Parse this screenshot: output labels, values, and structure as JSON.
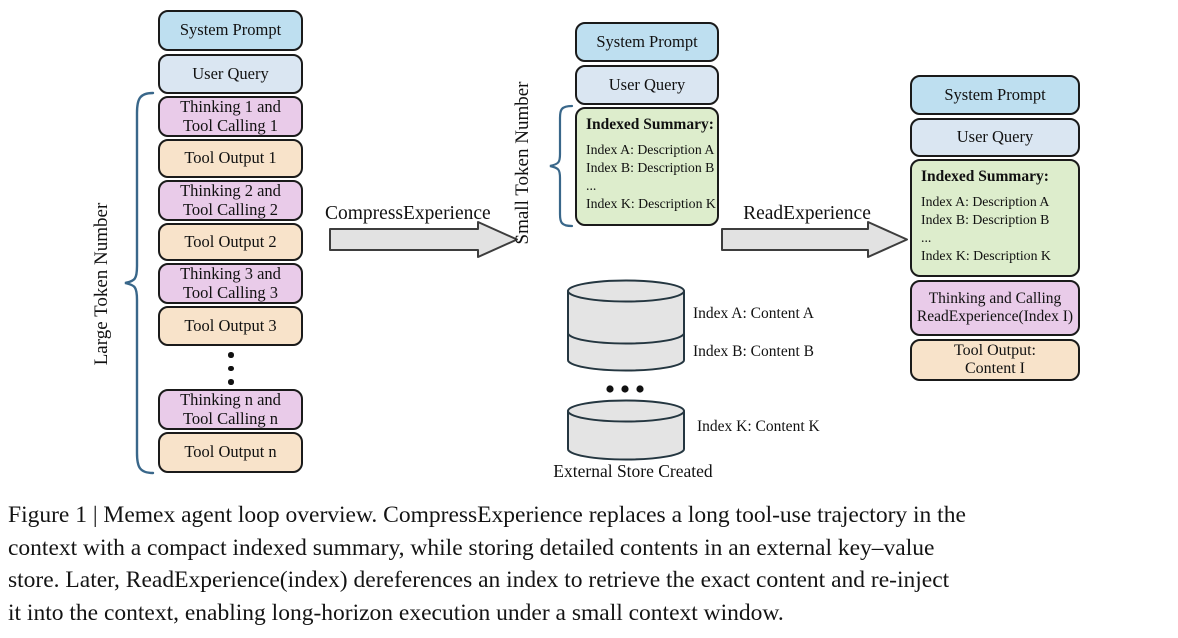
{
  "colors": {
    "system_prompt_fill": "#bedff0",
    "user_query_fill": "#dae6f2",
    "thinking_fill": "#e9cbe9",
    "tool_output_fill": "#f8e3ca",
    "summary_fill": "#ddedcc",
    "cylinder_fill": "#e4e4e4",
    "arrow_fill": "#e2e2e2",
    "box_border": "#1a1a1a",
    "brace_color": "#39678a"
  },
  "left_column": {
    "brace_label": "Large Token Number",
    "boxes": [
      "System Prompt",
      "User Query",
      "Thinking 1 and\nTool Calling 1",
      "Tool Output 1",
      "Thinking 2 and\nTool Calling 2",
      "Tool Output 2",
      "Thinking 3 and\nTool Calling 3",
      "Tool Output 3",
      "Thinking n and\nTool Calling n",
      "Tool Output n"
    ]
  },
  "arrows": {
    "compress": "CompressExperience",
    "read": "ReadExperience"
  },
  "middle_column": {
    "brace_label": "Small Token Number",
    "system_prompt": "System Prompt",
    "user_query": "User Query",
    "indexed_summary": {
      "heading": "Indexed Summary:",
      "lines": [
        "Index A: Description A",
        "Index B: Description B",
        "...",
        "Index K: Description K"
      ]
    }
  },
  "external_store": {
    "labels": [
      "Index A: Content A",
      "Index B: Content B",
      "Index K: Content K"
    ],
    "caption": "External Store Created"
  },
  "right_column": {
    "system_prompt": "System Prompt",
    "user_query": "User Query",
    "indexed_summary": {
      "heading": "Indexed Summary:",
      "lines": [
        "Index A: Description A",
        "Index B: Description B",
        "...",
        "Index K: Description K"
      ]
    },
    "thinking": "Thinking and Calling\nReadExperience(Index I)",
    "tool_output": "Tool Output:\nContent I"
  },
  "caption": {
    "text": "Figure 1 | Memex agent loop overview. CompressExperience replaces a long tool-use trajectory in the\ncontext with a compact indexed summary, while storing detailed contents in an external key–value\nstore. Later, ReadExperience(index) dereferences an index to retrieve the exact content and re-inject\nit into the context, enabling long-horizon execution under a small context window."
  }
}
